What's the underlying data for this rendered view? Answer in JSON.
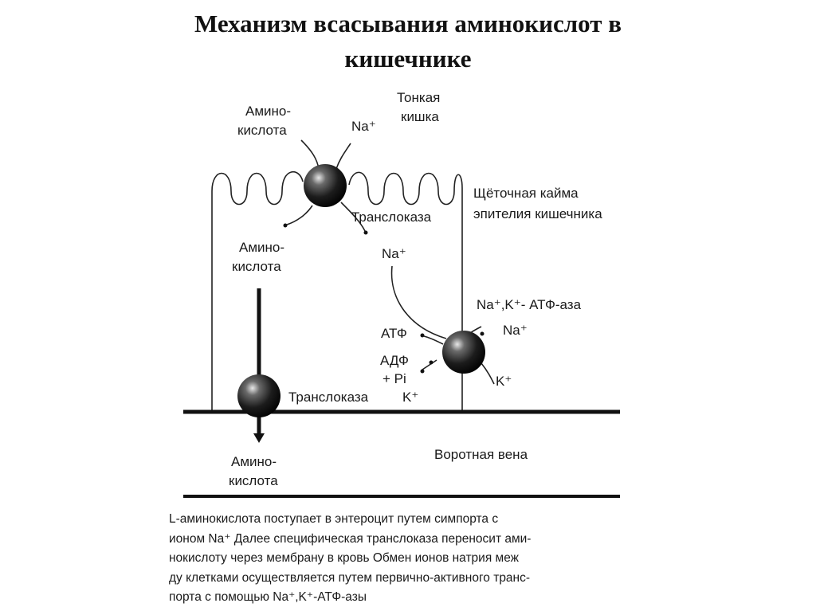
{
  "title": {
    "line1": "Механизм всасывания аминокислот в",
    "line2": "кишечнике"
  },
  "diagram": {
    "amino_acid_top": [
      "Амино-",
      "кислота"
    ],
    "na_top": "Na⁺",
    "small_intestine": [
      "Тонкая",
      "кишка"
    ],
    "brush_border": [
      "Щёточная кайма",
      "эпителия кишечника"
    ],
    "translocase_top": "Транслоказа",
    "amino_acid_inside": [
      "Амино-",
      "кислота"
    ],
    "na_inside": "Na⁺",
    "atpase": "Na⁺,K⁺- АТФ-аза",
    "na_out": "Na⁺",
    "atp": "АТФ",
    "adp": "АДФ",
    "pi": "+ Pi",
    "k_out": "K⁺",
    "translocase_bottom": "Транслоказа",
    "k_in": "K⁺",
    "portal_vein": "Воротная вена",
    "amino_acid_blood": [
      "Амино-",
      "кислота"
    ]
  },
  "caption": [
    "L-аминокислота поступает в энтероцит путем симпорта с",
    "ионом Na⁺ Далее специфическая транслоказа переносит ами-",
    "нокислоту через мембрану в кровь  Обмен ионов натрия меж",
    "ду клетками осуществляется путем первично-активного транс-",
    "порта с помощью Na⁺,K⁺-АТФ-азы"
  ]
}
